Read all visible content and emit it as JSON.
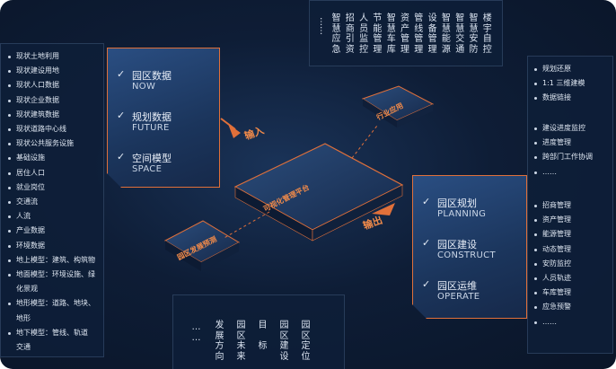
{
  "left_list": [
    "现状土地利用",
    "现状建设用地",
    "现状人口数据",
    "现状企业数据",
    "现状建筑数据",
    "现状道路中心线",
    "现状公共服务设施",
    "基础设施",
    "居住人口",
    "就业岗位",
    "交通流",
    "人流",
    "产业数据",
    "环境数据",
    "地上模型：建筑、构筑物",
    "地面模型：环境设施、绿",
    "化景观",
    "地形模型：道路、地块、",
    "地形",
    "地下模型：管线、轨道",
    "交通"
  ],
  "left_list_cont": [
    16,
    18,
    20
  ],
  "top_columns": [
    [
      "智",
      "慧",
      "应",
      "急"
    ],
    [
      "招",
      "商",
      "引",
      "资"
    ],
    [
      "人",
      "员",
      "监",
      "控"
    ],
    [
      "节",
      "能",
      "管",
      "理"
    ],
    [
      "智",
      "慧",
      "车",
      "库"
    ],
    [
      "资",
      "产",
      "管",
      "理"
    ],
    [
      "管",
      "线",
      "管",
      "理"
    ],
    [
      "设",
      "备",
      "管",
      "理"
    ],
    [
      "智",
      "慧",
      "能",
      "源"
    ],
    [
      "智",
      "慧",
      "交",
      "通"
    ],
    [
      "智",
      "慧",
      "安",
      "防"
    ],
    [
      "楼",
      "宇",
      "自",
      "控"
    ]
  ],
  "top_dots": "……",
  "right_list_a": [
    "规划还原",
    "1:1 三维建模",
    "数据链接"
  ],
  "right_list_b": [
    "建设进度监控",
    "进度管理",
    "跨部门工作协调",
    "……"
  ],
  "right_list_c": [
    "招商管理",
    "资产管理",
    "能源管理",
    "动态管理",
    "安防监控",
    "人员轨迹",
    "车库管理",
    "应急预警",
    "……"
  ],
  "bottom_columns": [
    [
      "…",
      "…"
    ],
    [
      "发",
      "展",
      "方",
      "向"
    ],
    [
      "园",
      "区",
      "未",
      "来"
    ],
    [
      "目",
      "",
      "标"
    ],
    [
      "园",
      "区",
      "建",
      "设"
    ],
    [
      "园",
      "区",
      "定",
      "位"
    ]
  ],
  "card_left": [
    {
      "cn": "园区数据",
      "en": "NOW"
    },
    {
      "cn": "规划数据",
      "en": "FUTURE"
    },
    {
      "cn": "空间模型",
      "en": "SPACE"
    }
  ],
  "card_right": [
    {
      "cn": "园区规划",
      "en": "PLANNING"
    },
    {
      "cn": "园区建设",
      "en": "CONSTRUCT"
    },
    {
      "cn": "园区运维",
      "en": "OPERATE"
    }
  ],
  "check": "✓",
  "labels": {
    "input": "输入",
    "output": "输出",
    "platform": "可视化管理平台",
    "industry": "行业应用",
    "park_dev": "园区发展预测"
  },
  "colors": {
    "accent": "#e0703a",
    "bg": "#0e1d36",
    "text": "#dfe7f2"
  }
}
